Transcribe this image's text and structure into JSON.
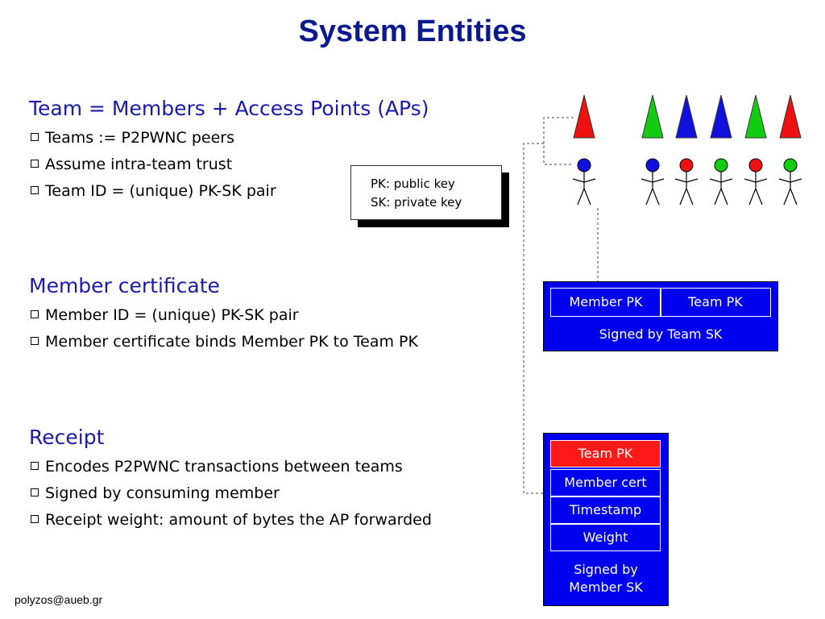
{
  "title": "System Entities",
  "sections": [
    {
      "heading": "Team = Members + Access Points (APs)",
      "bullets": [
        "Teams := P2PWNC peers",
        "Assume intra-team trust",
        "Team ID = (unique) PK-SK pair"
      ]
    },
    {
      "heading": "Member certificate",
      "bullets": [
        "Member ID = (unique) PK-SK pair",
        "Member certificate binds Member PK to Team PK"
      ]
    },
    {
      "heading": "Receipt",
      "bullets": [
        "Encodes P2PWNC transactions between teams",
        "Signed by consuming member",
        "Receipt weight: amount of bytes the AP forwarded"
      ]
    }
  ],
  "callout": {
    "line1": "PK: public key",
    "line2": "SK: private key"
  },
  "certificate": {
    "member_pk": "Member PK",
    "team_pk": "Team PK",
    "signed": "Signed by Team SK"
  },
  "receipt": {
    "fields": [
      "Team PK",
      "Member cert",
      "Timestamp",
      "Weight"
    ],
    "signed_line1": "Signed by",
    "signed_line2": "Member SK"
  },
  "colors": {
    "title": "#0a1a8c",
    "heading": "#1a1aa6",
    "box_blue": "#0000ee",
    "highlight_red": "#ff1a1a",
    "green": "#11cc11"
  },
  "team_figures": {
    "ap_colors": [
      "red",
      "green",
      "blue",
      "blue",
      "green",
      "red"
    ],
    "member_colors": [
      "blue",
      "blue",
      "red",
      "green",
      "red",
      "green"
    ]
  },
  "footer": "polyzos@aueb.gr"
}
